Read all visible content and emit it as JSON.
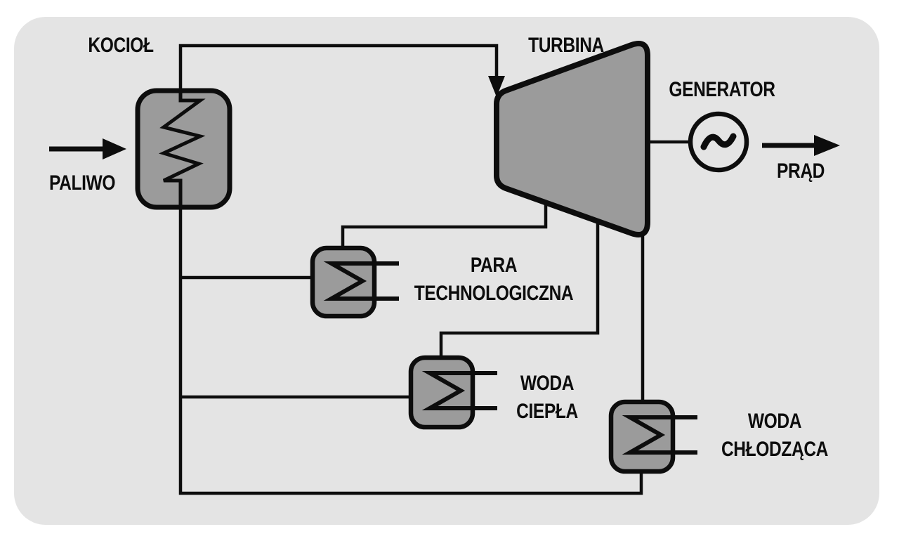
{
  "colors": {
    "page_bg": "#ffffff",
    "panel_bg": "#e4e4e4",
    "shape_fill": "#9b9b9b",
    "line": "#0d0d0d"
  },
  "labels": {
    "boiler": "KOCIOŁ",
    "turbine": "TURBINA",
    "generator": "GENERATOR",
    "fuel": "PALIWO",
    "electricity": "PRĄD",
    "process_steam_1": "PARA",
    "process_steam_2": "TECHNOLOGICZNA",
    "warm_water_1": "WODA",
    "warm_water_2": "CIEPŁA",
    "cooling_water_1": "WODA",
    "cooling_water_2": "CHŁODZĄCA"
  },
  "diagram": {
    "type": "process-flow",
    "nodes": [
      {
        "id": "boiler",
        "label": "KOCIOŁ",
        "symbol": "vessel-with-coil"
      },
      {
        "id": "turbine",
        "label": "TURBINA",
        "symbol": "trapezoid"
      },
      {
        "id": "generator",
        "label": "GENERATOR",
        "symbol": "circle-with-tilde"
      },
      {
        "id": "hx-process-steam",
        "label": "PARA TECHNOLOGICZNA",
        "symbol": "sigma-heat-exchanger"
      },
      {
        "id": "hx-warm-water",
        "label": "WODA CIEPŁA",
        "symbol": "sigma-heat-exchanger"
      },
      {
        "id": "hx-cooling-water",
        "label": "WODA CHŁODZĄCA",
        "symbol": "sigma-heat-exchanger"
      }
    ],
    "external_flows": [
      {
        "id": "fuel-input",
        "label": "PALIWO",
        "direction": "into-boiler"
      },
      {
        "id": "electricity-output",
        "label": "PRĄD",
        "direction": "out-of-generator"
      }
    ],
    "connections": [
      {
        "from": "boiler",
        "to": "turbine",
        "style": "arrow"
      },
      {
        "from": "turbine",
        "to": "generator",
        "style": "shaft"
      },
      {
        "from": "turbine",
        "to": "hx-process-steam",
        "style": "pipe"
      },
      {
        "from": "turbine",
        "to": "hx-warm-water",
        "style": "pipe"
      },
      {
        "from": "turbine",
        "to": "hx-cooling-water",
        "style": "pipe"
      },
      {
        "from": "hx-process-steam",
        "to": "boiler",
        "style": "pipe"
      },
      {
        "from": "hx-warm-water",
        "to": "boiler",
        "style": "pipe"
      },
      {
        "from": "hx-cooling-water",
        "to": "boiler",
        "style": "pipe"
      }
    ]
  }
}
